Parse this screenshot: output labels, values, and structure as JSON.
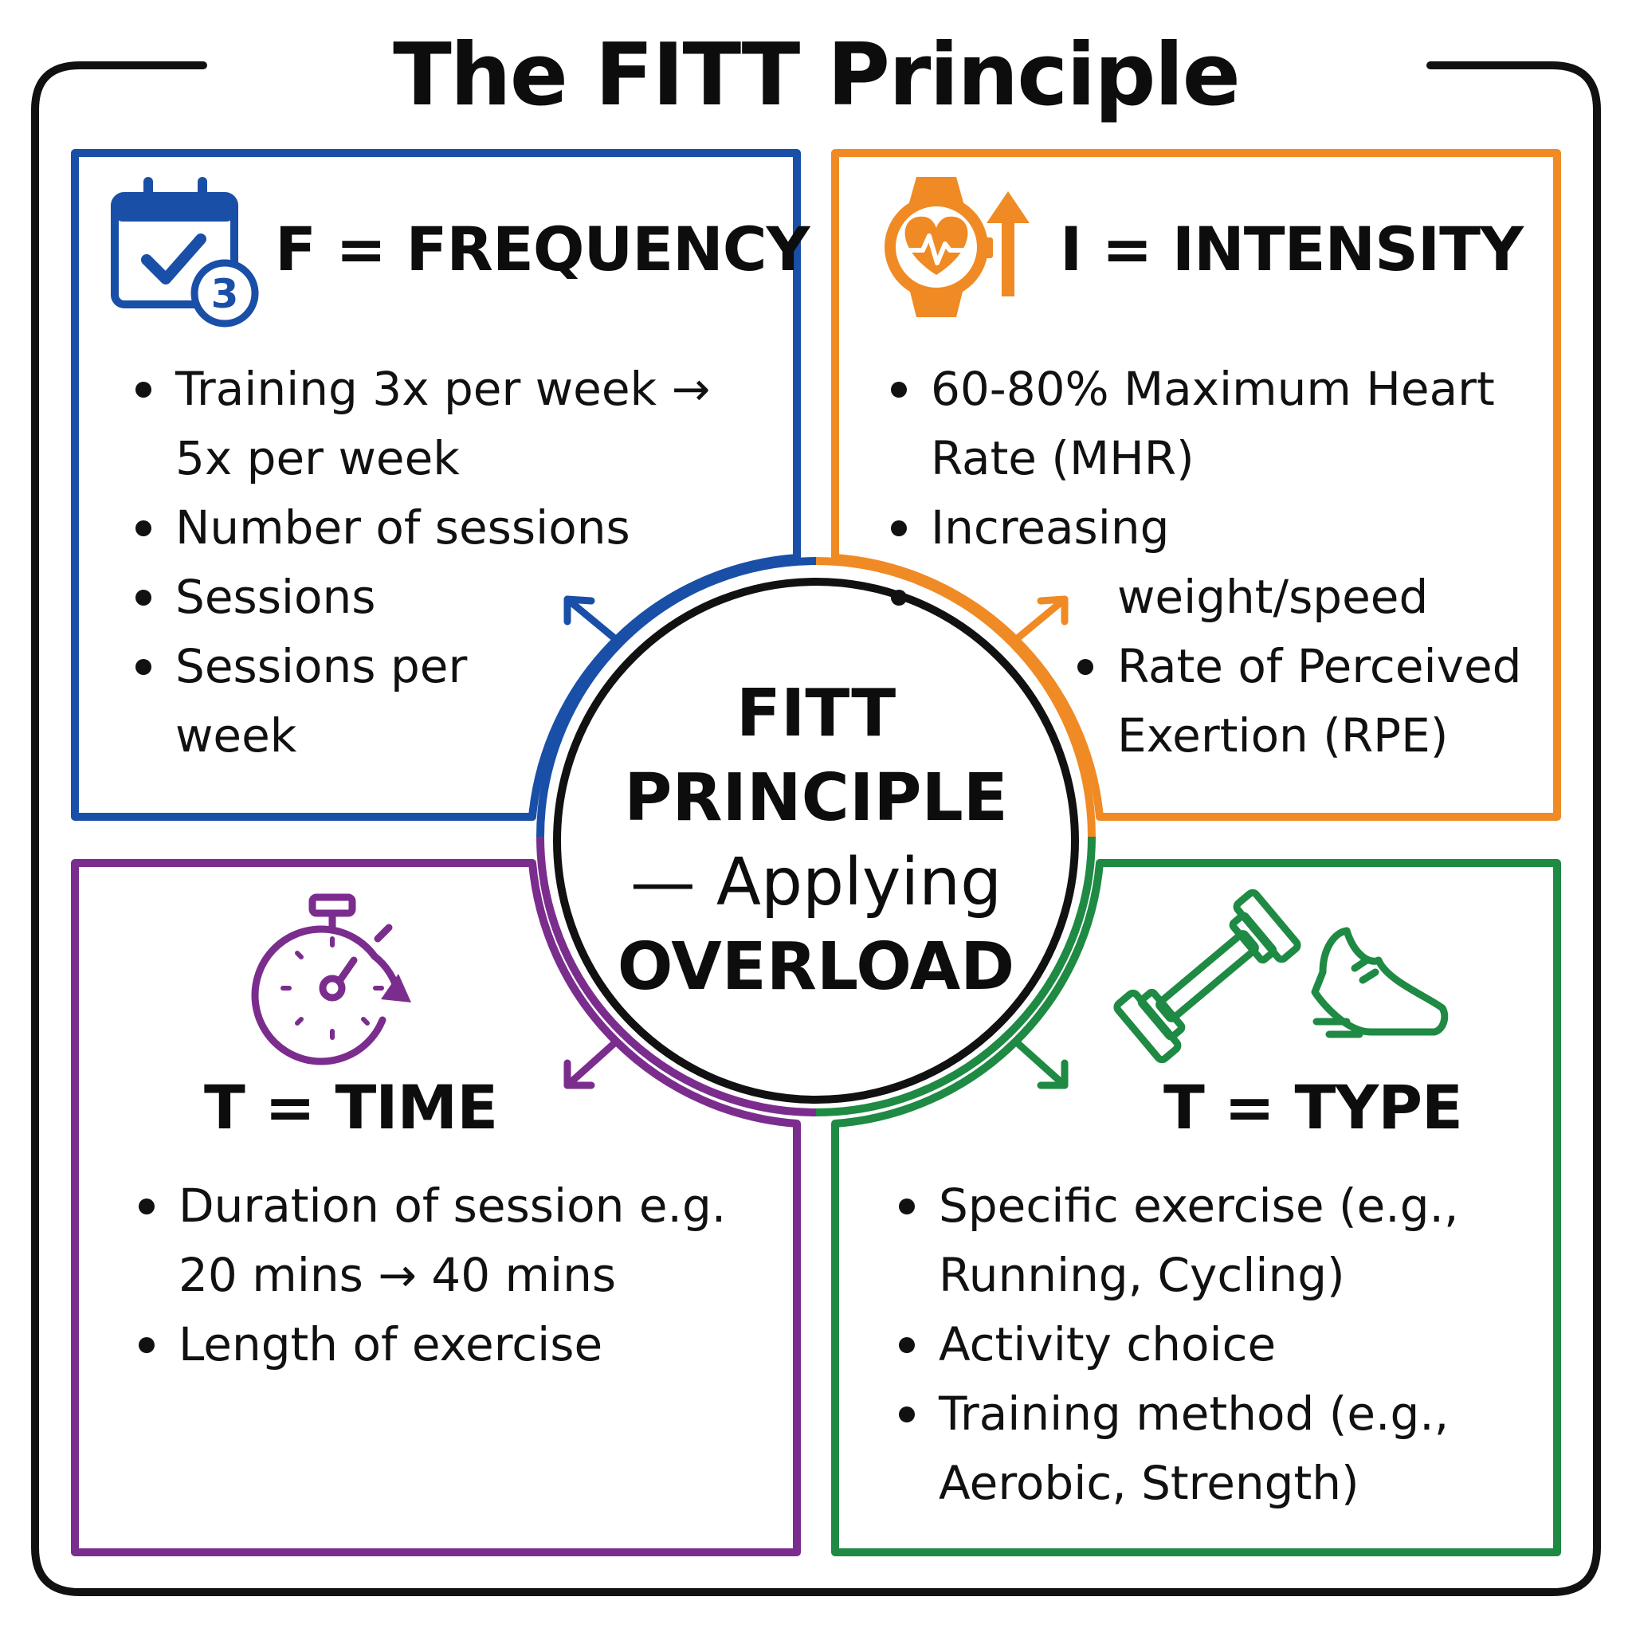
{
  "title": "The FITT Principle",
  "center": {
    "line1": "FITT",
    "line2": "PRINCIPLE",
    "line3": "— Applying",
    "line4": "OVERLOAD"
  },
  "frequency": {
    "heading": "F = FREQUENCY",
    "icon": "calendar-check-icon",
    "badge": "3",
    "color": "#1a4fa8",
    "items": [
      "Training 3x per week → 5x per week",
      "Number of sessions",
      "Sessions",
      "Sessions per week"
    ]
  },
  "intensity": {
    "heading": "I = INTENSITY",
    "icon": "heart-rate-watch-icon",
    "color": "#f08a24",
    "items": [
      "60-80% Maximum Heart Rate (MHR)",
      "Increasing",
      "weight/speed",
      "Rate of Perceived Exertion (RPE)"
    ]
  },
  "time": {
    "heading": "T = TIME",
    "icon": "stopwatch-icon",
    "color": "#7b2d8e",
    "items": [
      "Duration of session e.g. 20 mins → 40 mins",
      "Length of exercise"
    ]
  },
  "type": {
    "heading": "T = TYPE",
    "icon": "dumbbell-and-running-shoe-icon",
    "color": "#1e8a43",
    "items": [
      "Specific exercise (e.g., Running, Cycling)",
      "Activity choice",
      "Training method (e.g., Aerobic, Strength)"
    ]
  }
}
